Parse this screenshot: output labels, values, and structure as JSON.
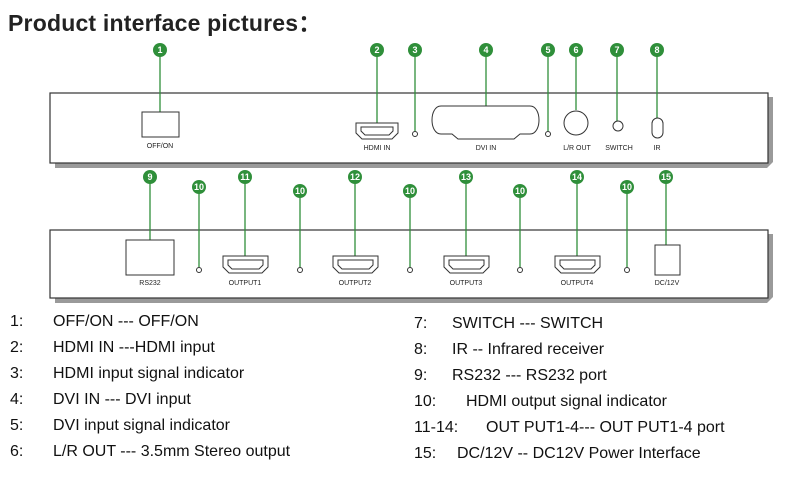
{
  "title": "Product interface pictures：",
  "colors": {
    "callout": "#2f8f3a",
    "panel_stroke": "#333333"
  },
  "top_panel": {
    "callouts": [
      {
        "number": "1",
        "label": "OFF/ON"
      },
      {
        "number": "2",
        "label": "HDMI IN"
      },
      {
        "number": "3",
        "label": ""
      },
      {
        "number": "4",
        "label": "DVI  IN"
      },
      {
        "number": "5",
        "label": ""
      },
      {
        "number": "6",
        "label": "L/R OUT"
      },
      {
        "number": "7",
        "label": "SWITCH"
      },
      {
        "number": "8",
        "label": "IR"
      }
    ]
  },
  "bottom_panel": {
    "callouts": [
      {
        "number": "9",
        "label": "RS232"
      },
      {
        "number": "10",
        "label": ""
      },
      {
        "number": "11",
        "label": "OUTPUT1"
      },
      {
        "number": "10",
        "label": ""
      },
      {
        "number": "12",
        "label": "OUTPUT2"
      },
      {
        "number": "10",
        "label": ""
      },
      {
        "number": "13",
        "label": "OUTPUT3"
      },
      {
        "number": "10",
        "label": ""
      },
      {
        "number": "14",
        "label": "OUTPUT4"
      },
      {
        "number": "10",
        "label": ""
      },
      {
        "number": "15",
        "label": "DC/12V"
      }
    ]
  },
  "legend_left": [
    {
      "num": "1:",
      "text": "OFF/ON --- OFF/ON"
    },
    {
      "num": "2:",
      "text": "HDMI IN ---HDMI input"
    },
    {
      "num": "3:",
      "text": "HDMI input signal indicator"
    },
    {
      "num": "4:",
      "text": "DVI IN --- DVI input"
    },
    {
      "num": "5:",
      "text": "DVI input signal indicator"
    },
    {
      "num": "6:",
      "text": "L/R OUT --- 3.5mm Stereo output"
    }
  ],
  "legend_right": [
    {
      "num": "7:",
      "text": "SWITCH --- SWITCH"
    },
    {
      "num": "8:",
      "text": "IR -- Infrared receiver"
    },
    {
      "num": "9:",
      "text": "RS232 --- RS232 port"
    },
    {
      "num": "10:",
      "text": "HDMI output signal indicator"
    },
    {
      "num": "11-14:",
      "text": "OUT PUT1-4--- OUT PUT1-4 port"
    },
    {
      "num": "15:",
      "text": "DC/12V -- DC12V Power Interface"
    }
  ]
}
